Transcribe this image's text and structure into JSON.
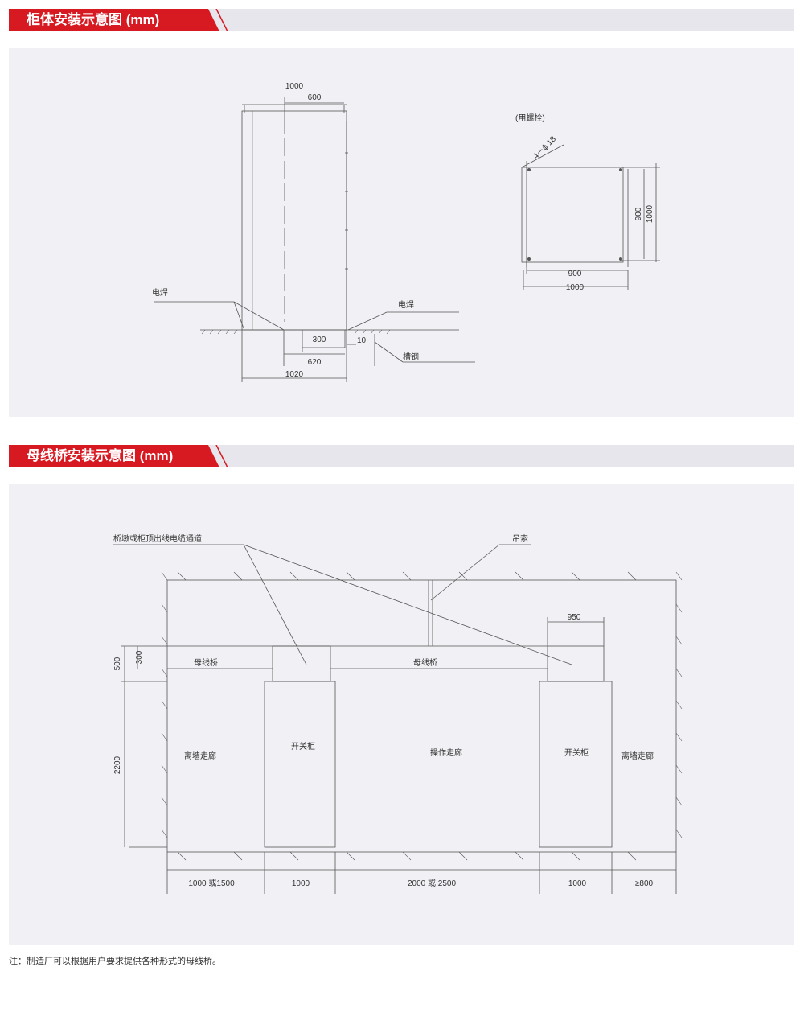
{
  "sections": [
    {
      "title": "柜体安装示意图 (mm)"
    },
    {
      "title": "母线桥安装示意图 (mm)"
    }
  ],
  "cabinet": {
    "dims": {
      "top_width": "1000",
      "top_inner": "600",
      "base_inner": "300",
      "base_mid": "620",
      "base_total": "1020",
      "gap": "10",
      "side_900": "900",
      "side_1000": "1000",
      "bottom_900": "900",
      "bottom_1000": "1000",
      "bolt": "4－ϕ 18"
    },
    "labels": {
      "weld_left": "电焊",
      "weld_right": "电焊",
      "channel_steel": "槽钢",
      "bolt_note": "(用螺栓)"
    }
  },
  "busbar": {
    "labels": {
      "cable_channel": "桥墩或柜顶出线电缆通道",
      "hanger": "吊索",
      "bridge_left": "母线桥",
      "bridge_mid": "母线桥",
      "corridor_left": "离墙走廊",
      "switchgear_left": "开关柜",
      "operation": "操作走廊",
      "switchgear_right": "开关柜",
      "corridor_right": "离墙走廊"
    },
    "dims": {
      "d500": "500",
      "d300": "300",
      "d2200": "2200",
      "d950": "950",
      "b1": "1000 或1500",
      "b2": "1000",
      "b3": "2000 或 2500",
      "b4": "1000",
      "b5": "≥800"
    }
  },
  "note": "注：制造厂可以根据用户要求提供各种形式的母线桥。"
}
